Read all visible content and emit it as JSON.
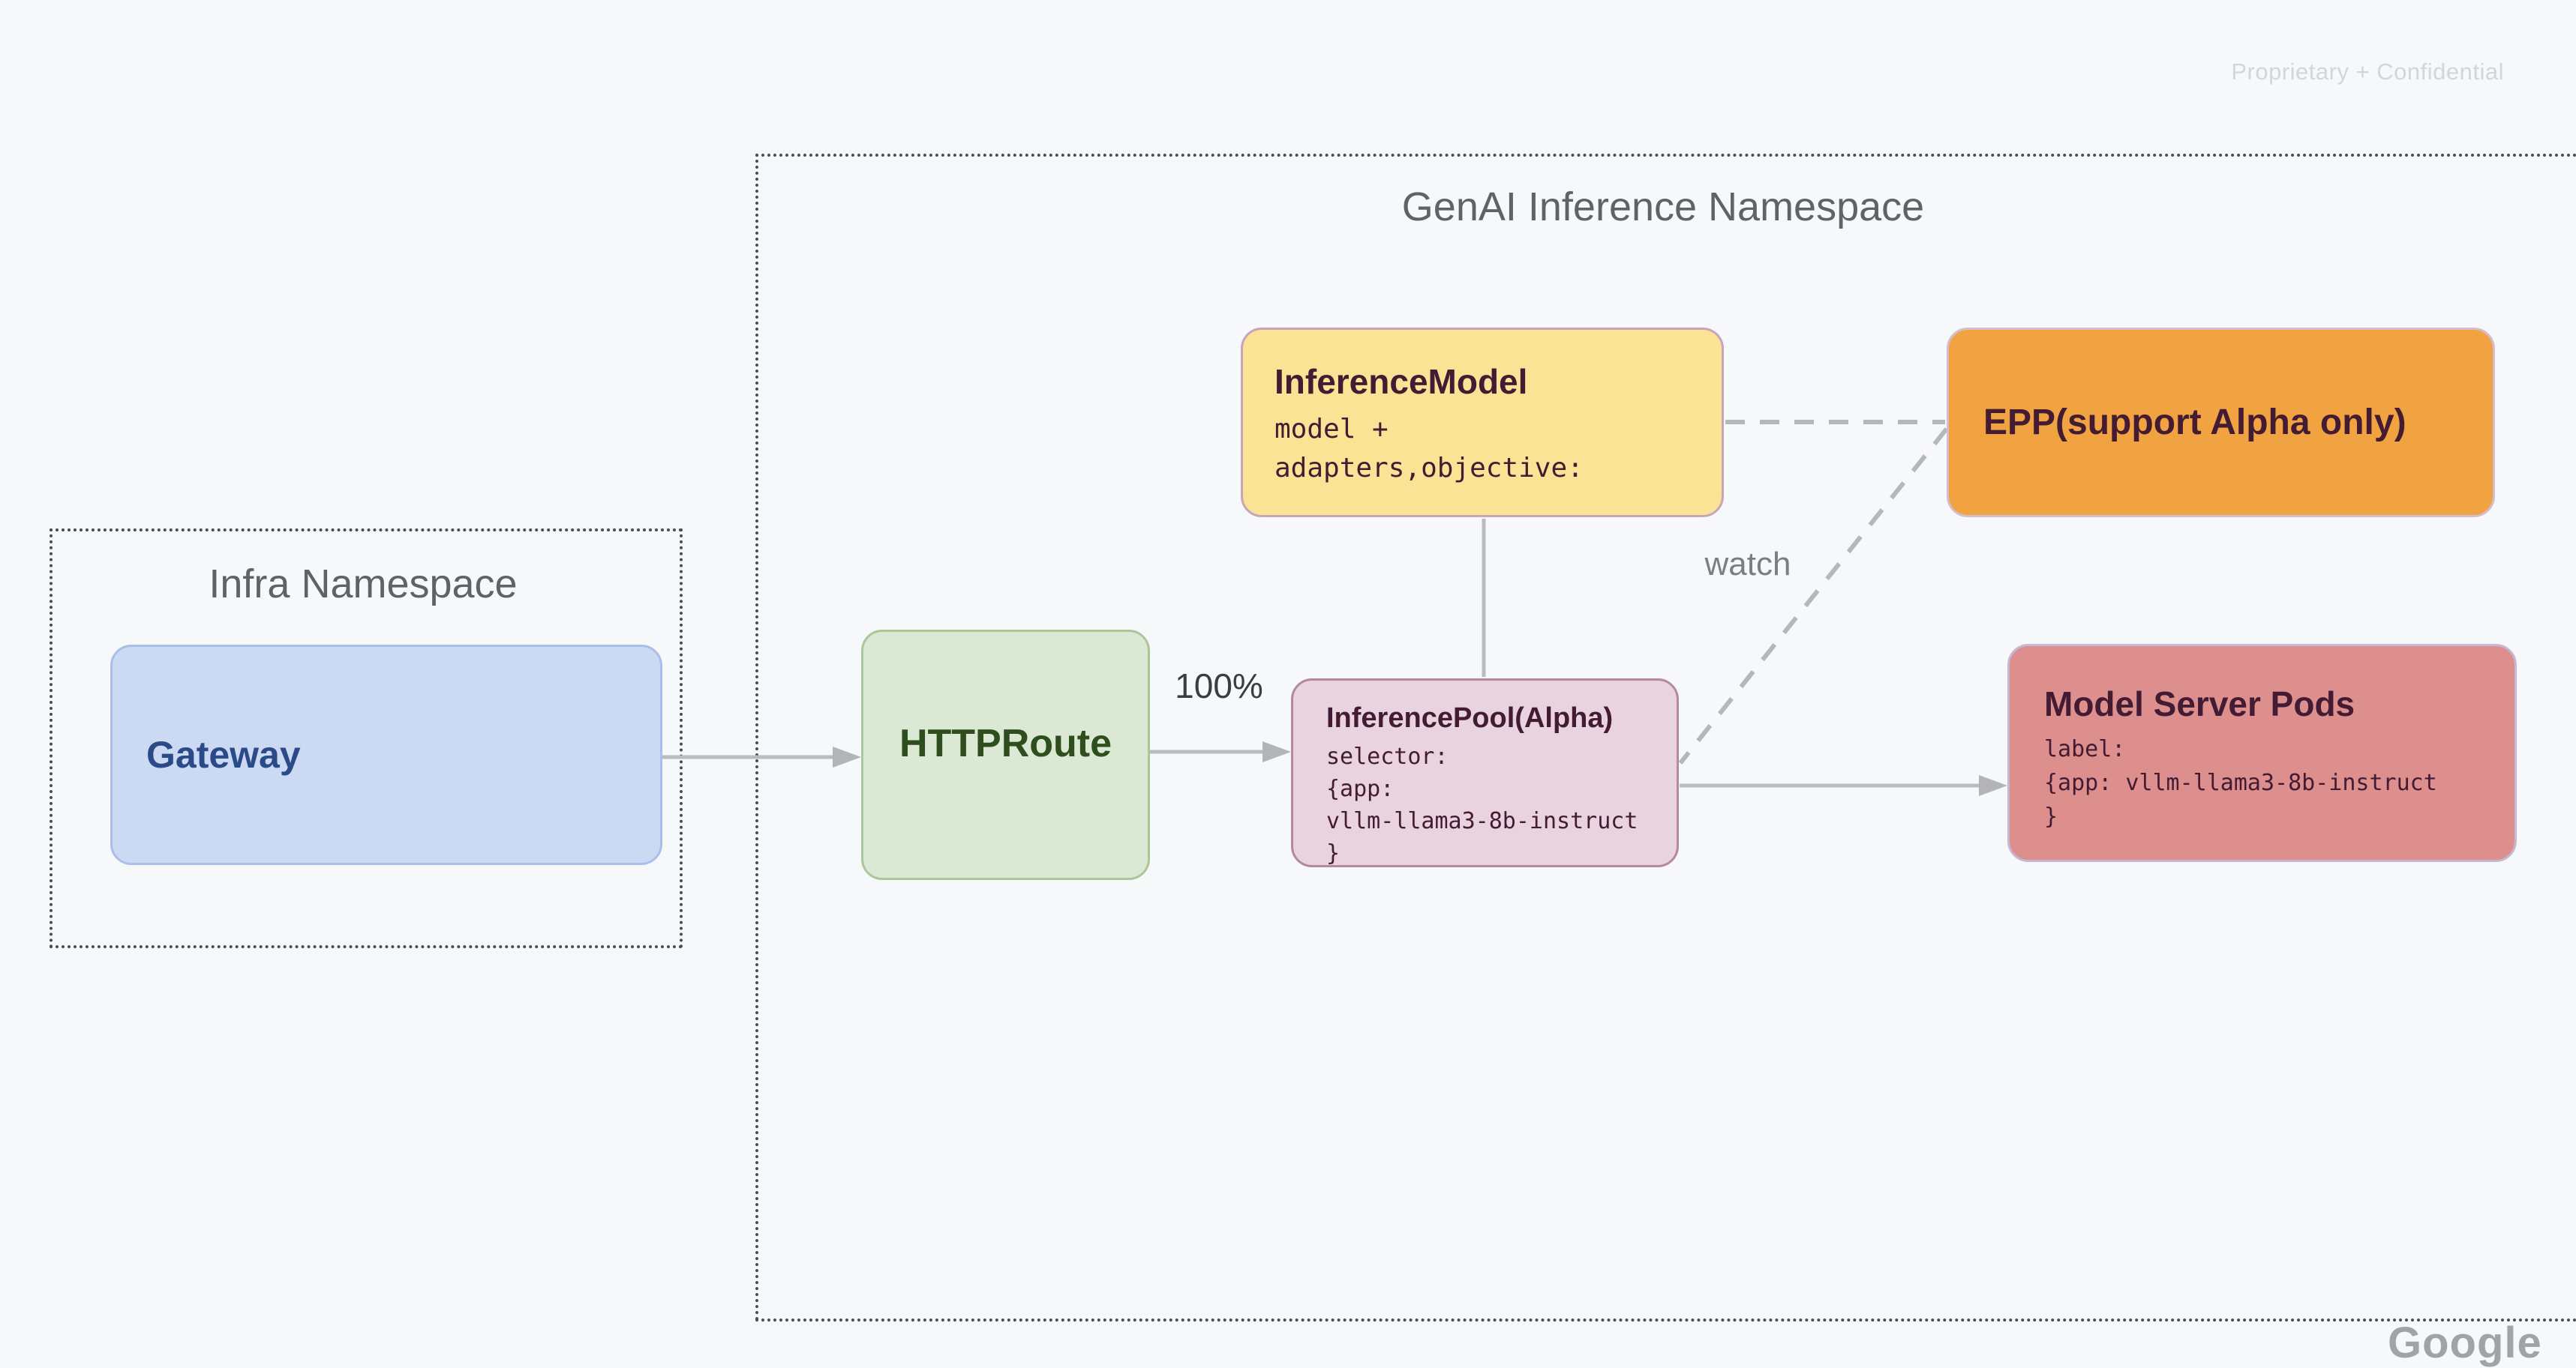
{
  "header": {
    "watermark": "Proprietary + Confidential"
  },
  "diagram": {
    "namespaces": {
      "infra": {
        "title": "Infra Namespace"
      },
      "genai": {
        "title": "GenAI Inference Namespace"
      }
    },
    "nodes": {
      "gateway": {
        "title": "Gateway",
        "fill": "#ccd9f3",
        "border": "#a9bfe9",
        "text_color": "#2b4a88"
      },
      "httproute": {
        "title": "HTTPRoute",
        "fill": "#dbe8d3",
        "border": "#a9c79a",
        "text_color": "#2e4e1d"
      },
      "inference_model": {
        "title": "InferenceModel",
        "lines": [
          "model +",
          "adapters,objective:"
        ],
        "fill": "#fbe396",
        "border": "#c9a3bd",
        "text_color": "#431b33"
      },
      "epp": {
        "title": "EPP(support Alpha only)",
        "fill": "#f2a341",
        "border": "#d5bdd0",
        "text_color": "#431b33"
      },
      "inference_pool": {
        "title": "InferencePool(Alpha)",
        "lines": [
          "selector:",
          "{app:",
          "vllm-llama3-8b-instruct",
          "}"
        ],
        "fill": "#e8d3df",
        "border": "#b5889f",
        "text_color": "#431b33"
      },
      "model_server_pods": {
        "title": "Model Server Pods",
        "lines": [
          "label:",
          "{app: vllm-llama3-8b-instruct",
          "}"
        ],
        "fill": "#dd8f8e",
        "border": "#c5b8d2",
        "text_color": "#431b33"
      }
    },
    "edges": {
      "gateway_to_httproute": {
        "type": "arrow",
        "label": ""
      },
      "httproute_to_inference_pool": {
        "type": "arrow",
        "label": "100%"
      },
      "inference_pool_to_model_server_pods": {
        "type": "arrow",
        "label": ""
      },
      "inference_model_to_inference_pool": {
        "type": "line",
        "label": ""
      },
      "inference_model_to_epp": {
        "type": "dashed-line",
        "label": ""
      },
      "epp_to_inference_pool": {
        "type": "dashed-line",
        "label": "watch"
      }
    },
    "colors": {
      "background": "#f7f8fa",
      "connector_gray": "#babbbe",
      "arrowhead_gray": "#b3b4b7",
      "dotted_border_gray": "#4a4e52",
      "namespace_title_gray": "#5f6368",
      "watermark_gray": "#d3d5d9"
    }
  },
  "footer": {
    "partial_logo": "Google"
  }
}
